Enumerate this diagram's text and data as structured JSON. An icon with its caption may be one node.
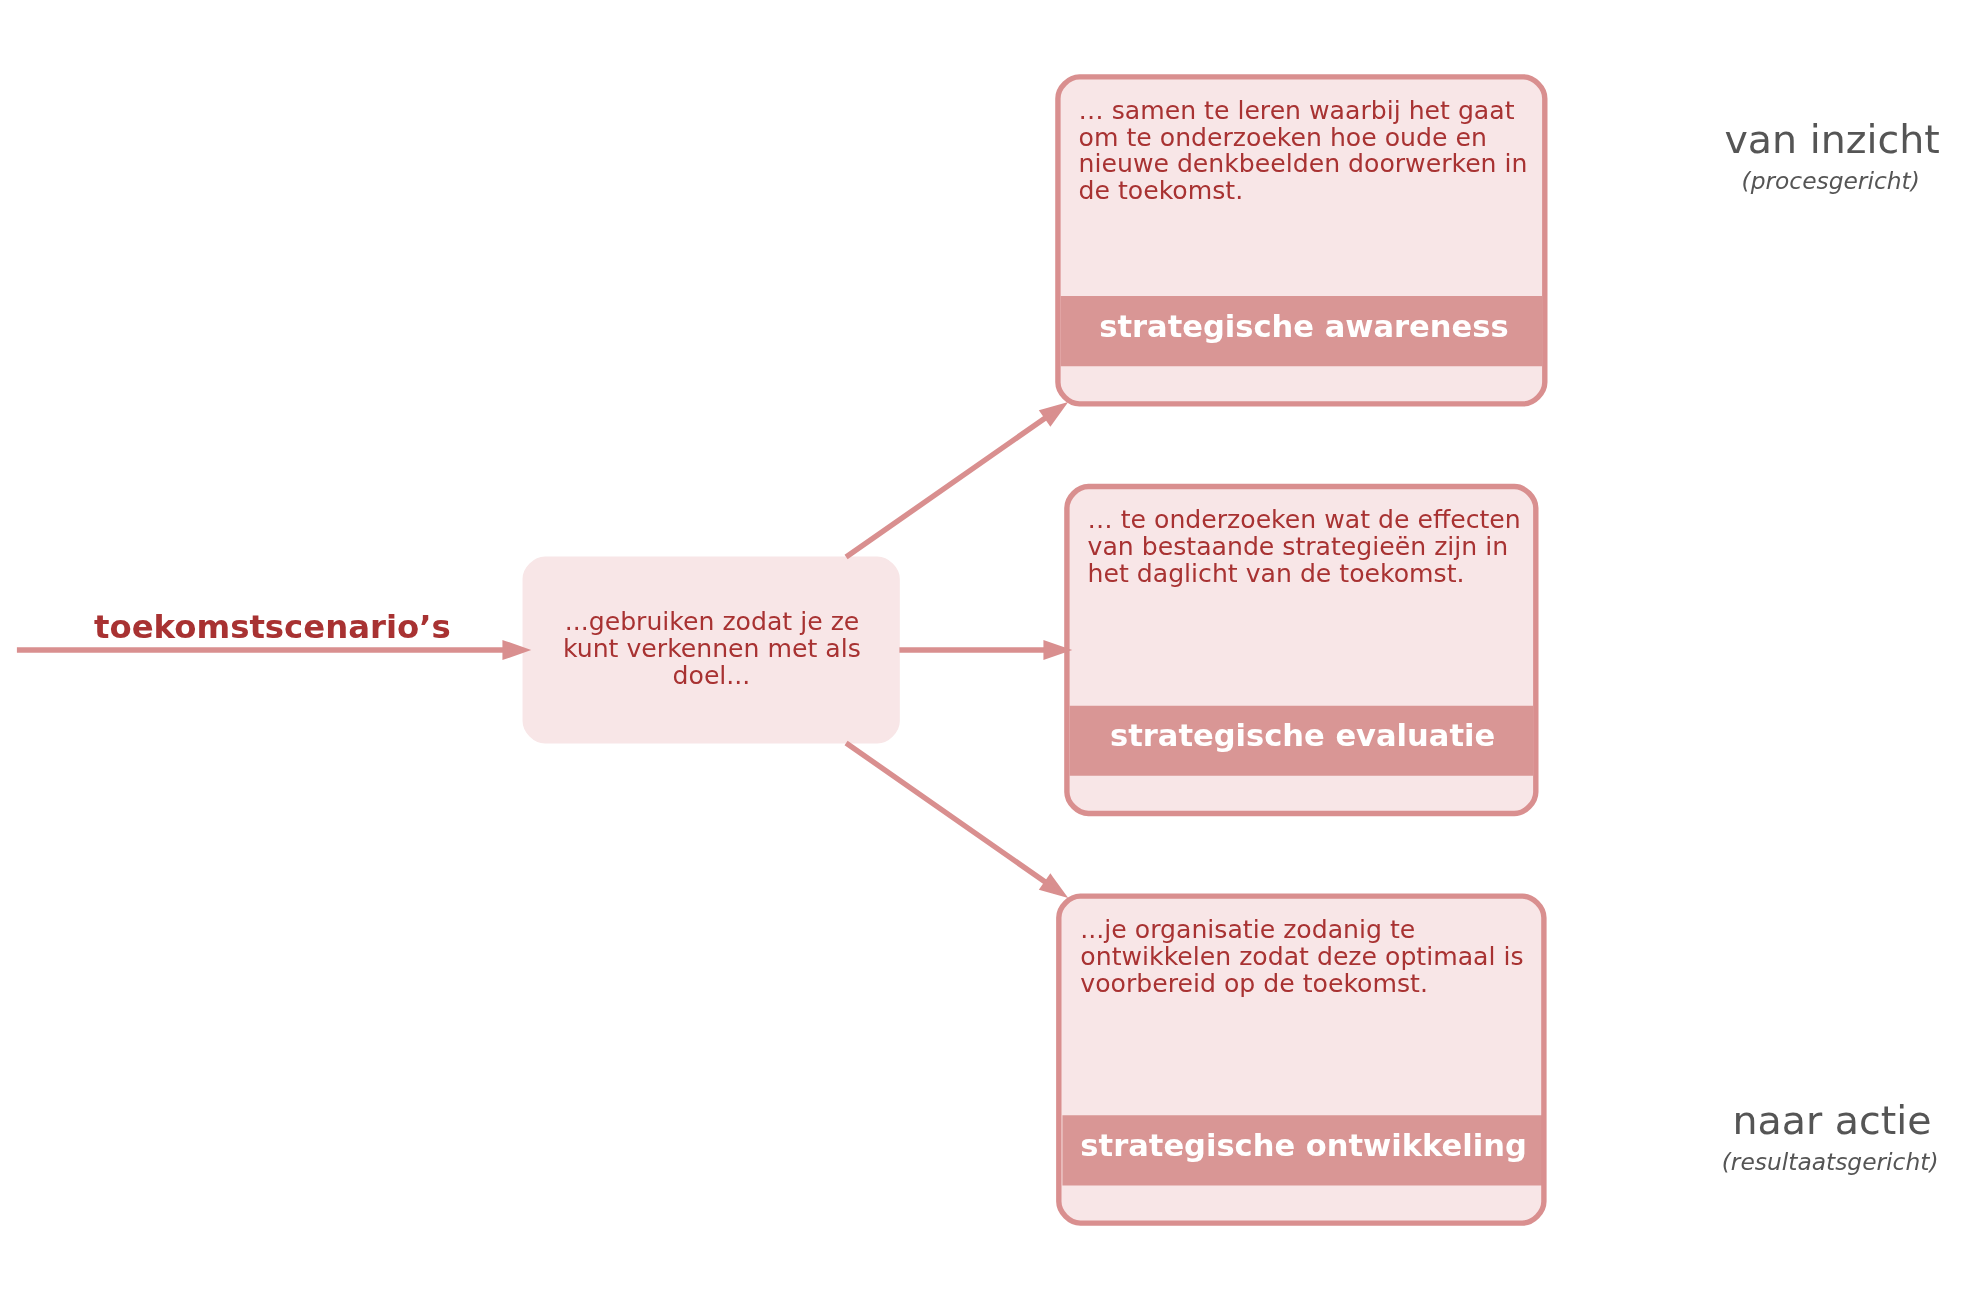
{
  "diagram": {
    "nodes": [
      {
        "text": [
          "...gebruiken zodat je ze kunt verkennen met als doel..."
        ]
      },
      {
        "text": [
          "… samen te leren waarbij het gaat om te onderzoeken hoe oude en nieuwe denkbeelden doorwerken in de toekomst.",
          "strategische awareness"
        ]
      },
      {
        "text": [
          "… te onderzoeken wat de effecten van bestaande strategieën zijn in het daglicht van de toekomst.",
          "strategische evaluatie"
        ]
      },
      {
        "text": [
          "...je organisatie zodanig te ontwikkelen zodat deze optimaal is voorbereid op de toekomst.",
          "strategische ontwikkeling"
        ]
      }
    ],
    "edges": [
      {
        "from": null,
        "to": 0,
        "arrow": "to",
        "label": "toekomstscenario’s"
      },
      {
        "from": 0,
        "to": 1,
        "arrow": "to"
      },
      {
        "from": 0,
        "to": 2,
        "arrow": "to"
      },
      {
        "from": 0,
        "to": 3,
        "arrow": "to"
      }
    ],
    "labels": [
      "van inzicht",
      "(procesgericht)",
      "naar actie",
      "(resultaatsgericht)"
    ]
  }
}
